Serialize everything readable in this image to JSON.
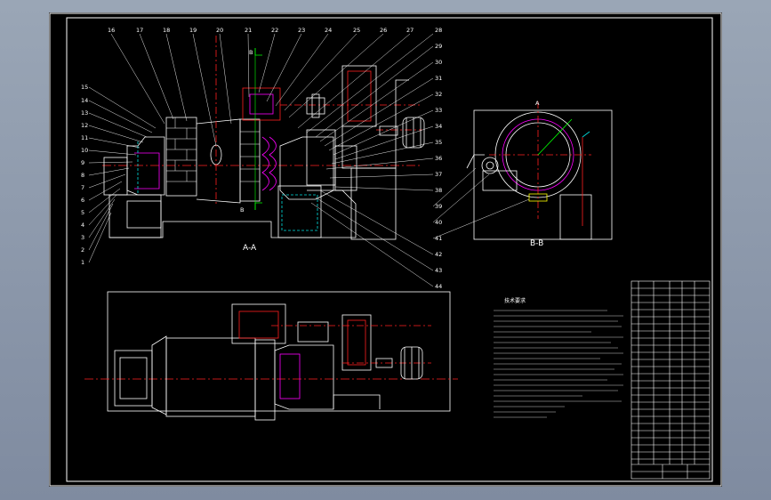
{
  "drawing": {
    "section_view_label": "A-A",
    "section_view_b_label": "B-B",
    "cut_marker_b": "B",
    "cut_marker_a": "A",
    "notes_title": "技术要求",
    "part_numbers": [
      "1",
      "2",
      "3",
      "4",
      "5",
      "6",
      "7",
      "8",
      "9",
      "10",
      "11",
      "12",
      "13",
      "14",
      "15",
      "16",
      "17",
      "18",
      "19",
      "20",
      "21",
      "22",
      "23",
      "24",
      "25",
      "26",
      "27",
      "28",
      "29",
      "30",
      "31",
      "32",
      "33",
      "34",
      "35",
      "36",
      "37",
      "38",
      "39",
      "40",
      "41",
      "42",
      "43",
      "44"
    ]
  },
  "colors": {
    "outline": "#ffffff",
    "centerline": "#ff2020",
    "hidden": "#00e0e0",
    "dimension": "#00ff00",
    "section": "#ff00ff",
    "accent": "#ffff00"
  }
}
